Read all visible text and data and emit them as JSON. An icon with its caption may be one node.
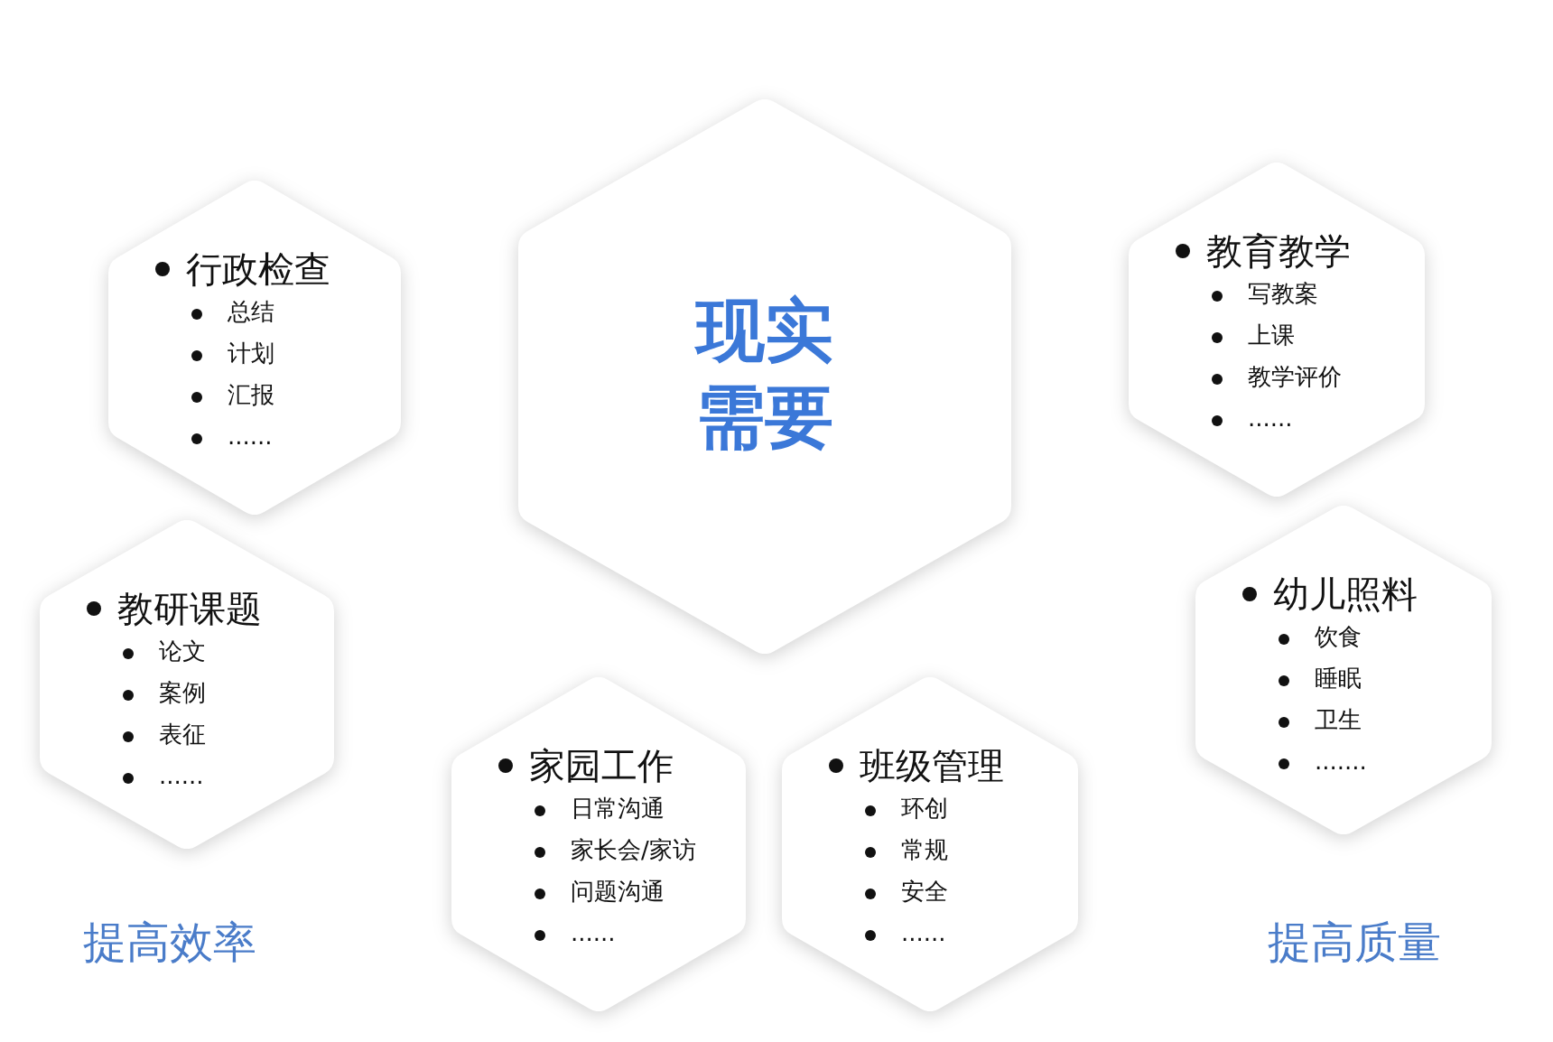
{
  "diagram": {
    "nodes": [
      {
        "text": [
          "现实需要"
        ]
      },
      {
        "text": [
          "行政检查",
          "总结",
          "计划",
          "汇报",
          "......"
        ]
      },
      {
        "text": [
          "教研课题",
          "论文",
          "案例",
          "表征",
          "......"
        ]
      },
      {
        "text": [
          "家园工作",
          "日常沟通",
          "家长会/家访",
          "问题沟通",
          "......"
        ]
      },
      {
        "text": [
          "班级管理",
          "环创",
          "常规",
          "安全",
          "......"
        ]
      },
      {
        "text": [
          "教育教学",
          "写教案",
          "上课",
          "教学评价",
          "......"
        ]
      },
      {
        "text": [
          "幼儿照料",
          "饮食",
          "睡眠",
          "卫生",
          "......."
        ]
      }
    ],
    "labels": [
      "提高效率",
      "提高质量"
    ]
  }
}
